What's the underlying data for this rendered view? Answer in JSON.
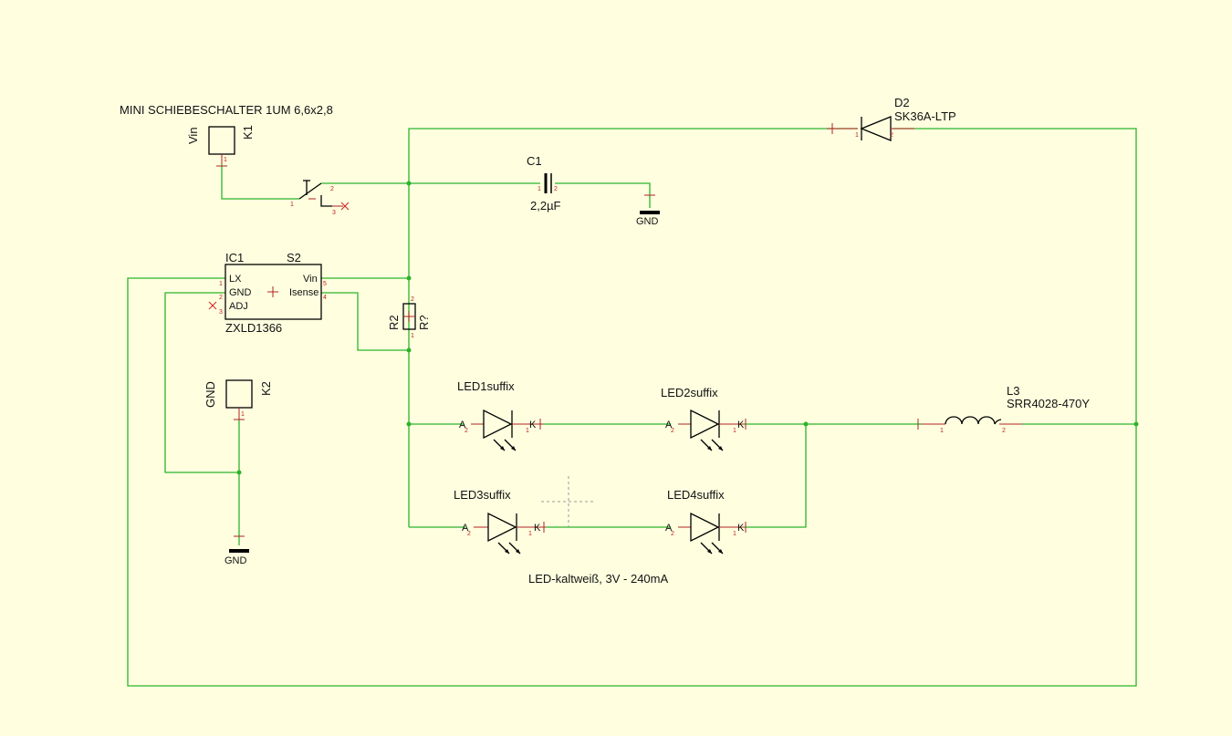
{
  "colors": {
    "background": "#ffffe0",
    "wire": "#2bb32b",
    "symbol": "#000000",
    "pin_number": "#c02020"
  },
  "labels": {
    "switch_title": "MINI SCHIEBESCHALTER 1UM 6,6x2,8",
    "k1_ref": "K1",
    "k1_net": "Vin",
    "k2_ref": "K2",
    "k2_net": "GND",
    "c1_ref": "C1",
    "c1_value": "2,2µF",
    "gnd1": "GND",
    "gnd2": "GND",
    "ic1_ref": "IC1",
    "ic1_value": "ZXLD1366",
    "s2_ref": "S2",
    "ic_pin_lx": "LX",
    "ic_pin_gnd": "GND",
    "ic_pin_adj": "ADJ",
    "ic_pin_vin": "Vin",
    "ic_pin_isense": "Isense",
    "r2_ref": "R2",
    "r2_value": "R?",
    "d2_ref": "D2",
    "d2_value": "SK36A-LTP",
    "l3_ref": "L3",
    "l3_value": "SRR4028-470Y",
    "led1": "LED1suffix",
    "led2": "LED2suffix",
    "led3": "LED3suffix",
    "led4": "LED4suffix",
    "led_note": "LED-kaltweiß, 3V - 240mA",
    "pin_a": "A",
    "pin_k": "K"
  },
  "pin_numbers": {
    "one": "1",
    "two": "2",
    "three": "3",
    "four": "4",
    "five": "5"
  }
}
